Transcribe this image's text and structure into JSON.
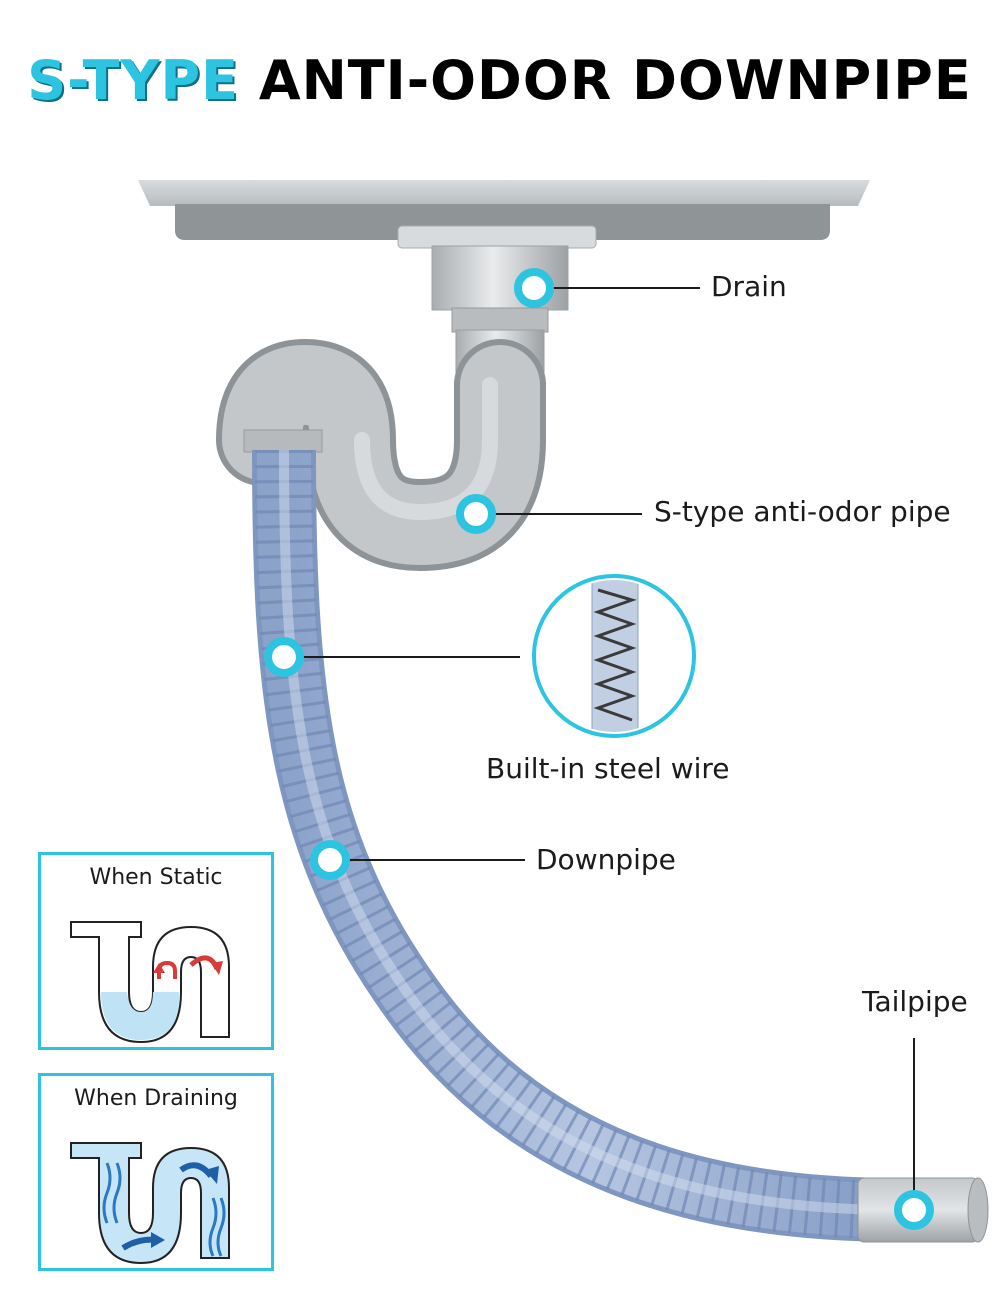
{
  "title": {
    "accent": "S-TYPE",
    "main": "ANTI-ODOR DOWNPIPE"
  },
  "labels": {
    "drain": "Drain",
    "s_pipe": "S-type anti-odor pipe",
    "steel_wire": "Built-in steel wire",
    "downpipe": "Downpipe",
    "tailpipe": "Tailpipe"
  },
  "panels": {
    "static": "When Static",
    "draining": "When Draining"
  },
  "colors": {
    "accent": "#2cc4e0",
    "hose": "#9fb4d6",
    "pipe_gray": "#aeb3b6"
  }
}
